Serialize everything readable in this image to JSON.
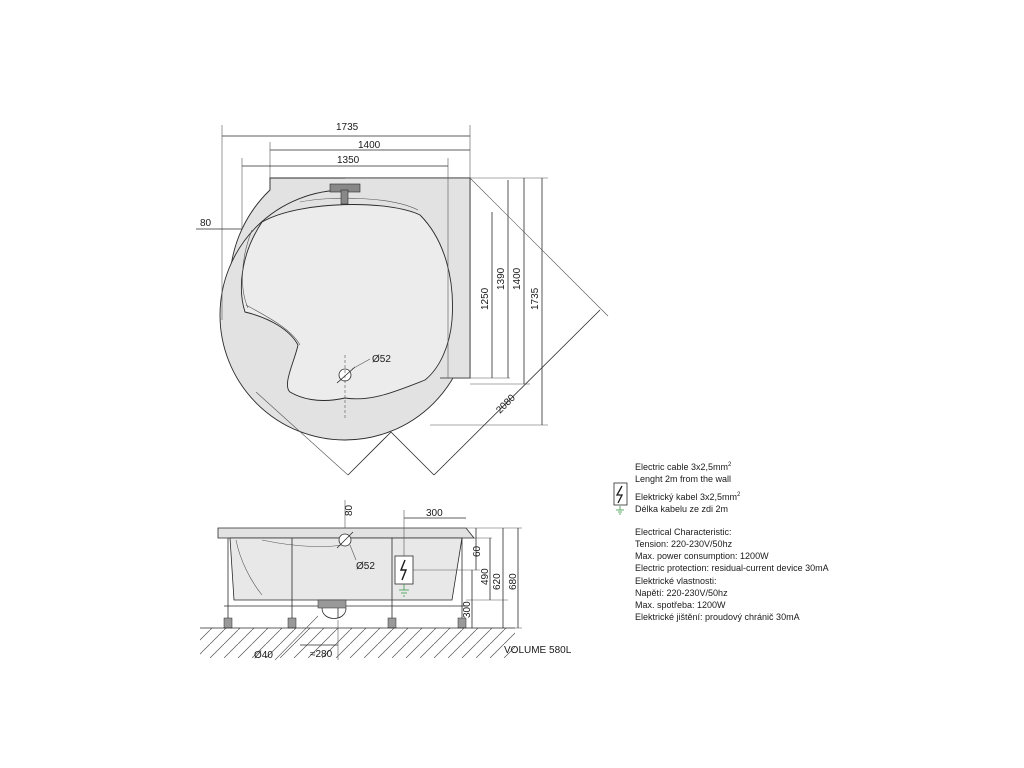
{
  "plan_view": {
    "dims": {
      "top_overall": "1735",
      "top_inner": "1400",
      "top_basin": "1350",
      "left_offset": "80",
      "right_basin": "1250",
      "right_inner_a": "1390",
      "right_inner_b": "1400",
      "right_overall": "1735",
      "diagonal": "2080"
    },
    "drain_label": "Ø52"
  },
  "side_view": {
    "dims": {
      "top_80": "80",
      "width_300": "300",
      "h_60": "60",
      "h_490": "490",
      "h_620": "620",
      "h_680": "680",
      "h_300": "300",
      "drain": "Ø52",
      "waste": "Ø40",
      "waste_dist": "≈280"
    },
    "volume": "VOLUME 580L"
  },
  "notes": {
    "cable_en_1": "Electric cable 3x2,5mm",
    "cable_en_2": "Lenght 2m from the wall",
    "cable_cz_1": "Elektrický kabel 3x2,5mm",
    "cable_cz_2": "Délka kabelu ze zdi 2m",
    "sup": "2",
    "char_en_title": "Electrical Characteristic:",
    "char_en_1": "Tension: 220-230V/50hz",
    "char_en_2": "Max. power consumption: 1200W",
    "char_en_3": "Electric protection: residual-current device 30mA",
    "char_cz_title": "Elektrické vlastnosti:",
    "char_cz_1": "Napětí: 220-230V/50hz",
    "char_cz_2": "Max. spotřeba: 1200W",
    "char_cz_3": "Elektrické jištění: proudový chránič 30mA"
  },
  "colors": {
    "tub_fill": "#e2e2e2",
    "basin_fill": "#ececec",
    "line": "#2a2a2a",
    "ground_symbol": "#3a9a4a"
  }
}
